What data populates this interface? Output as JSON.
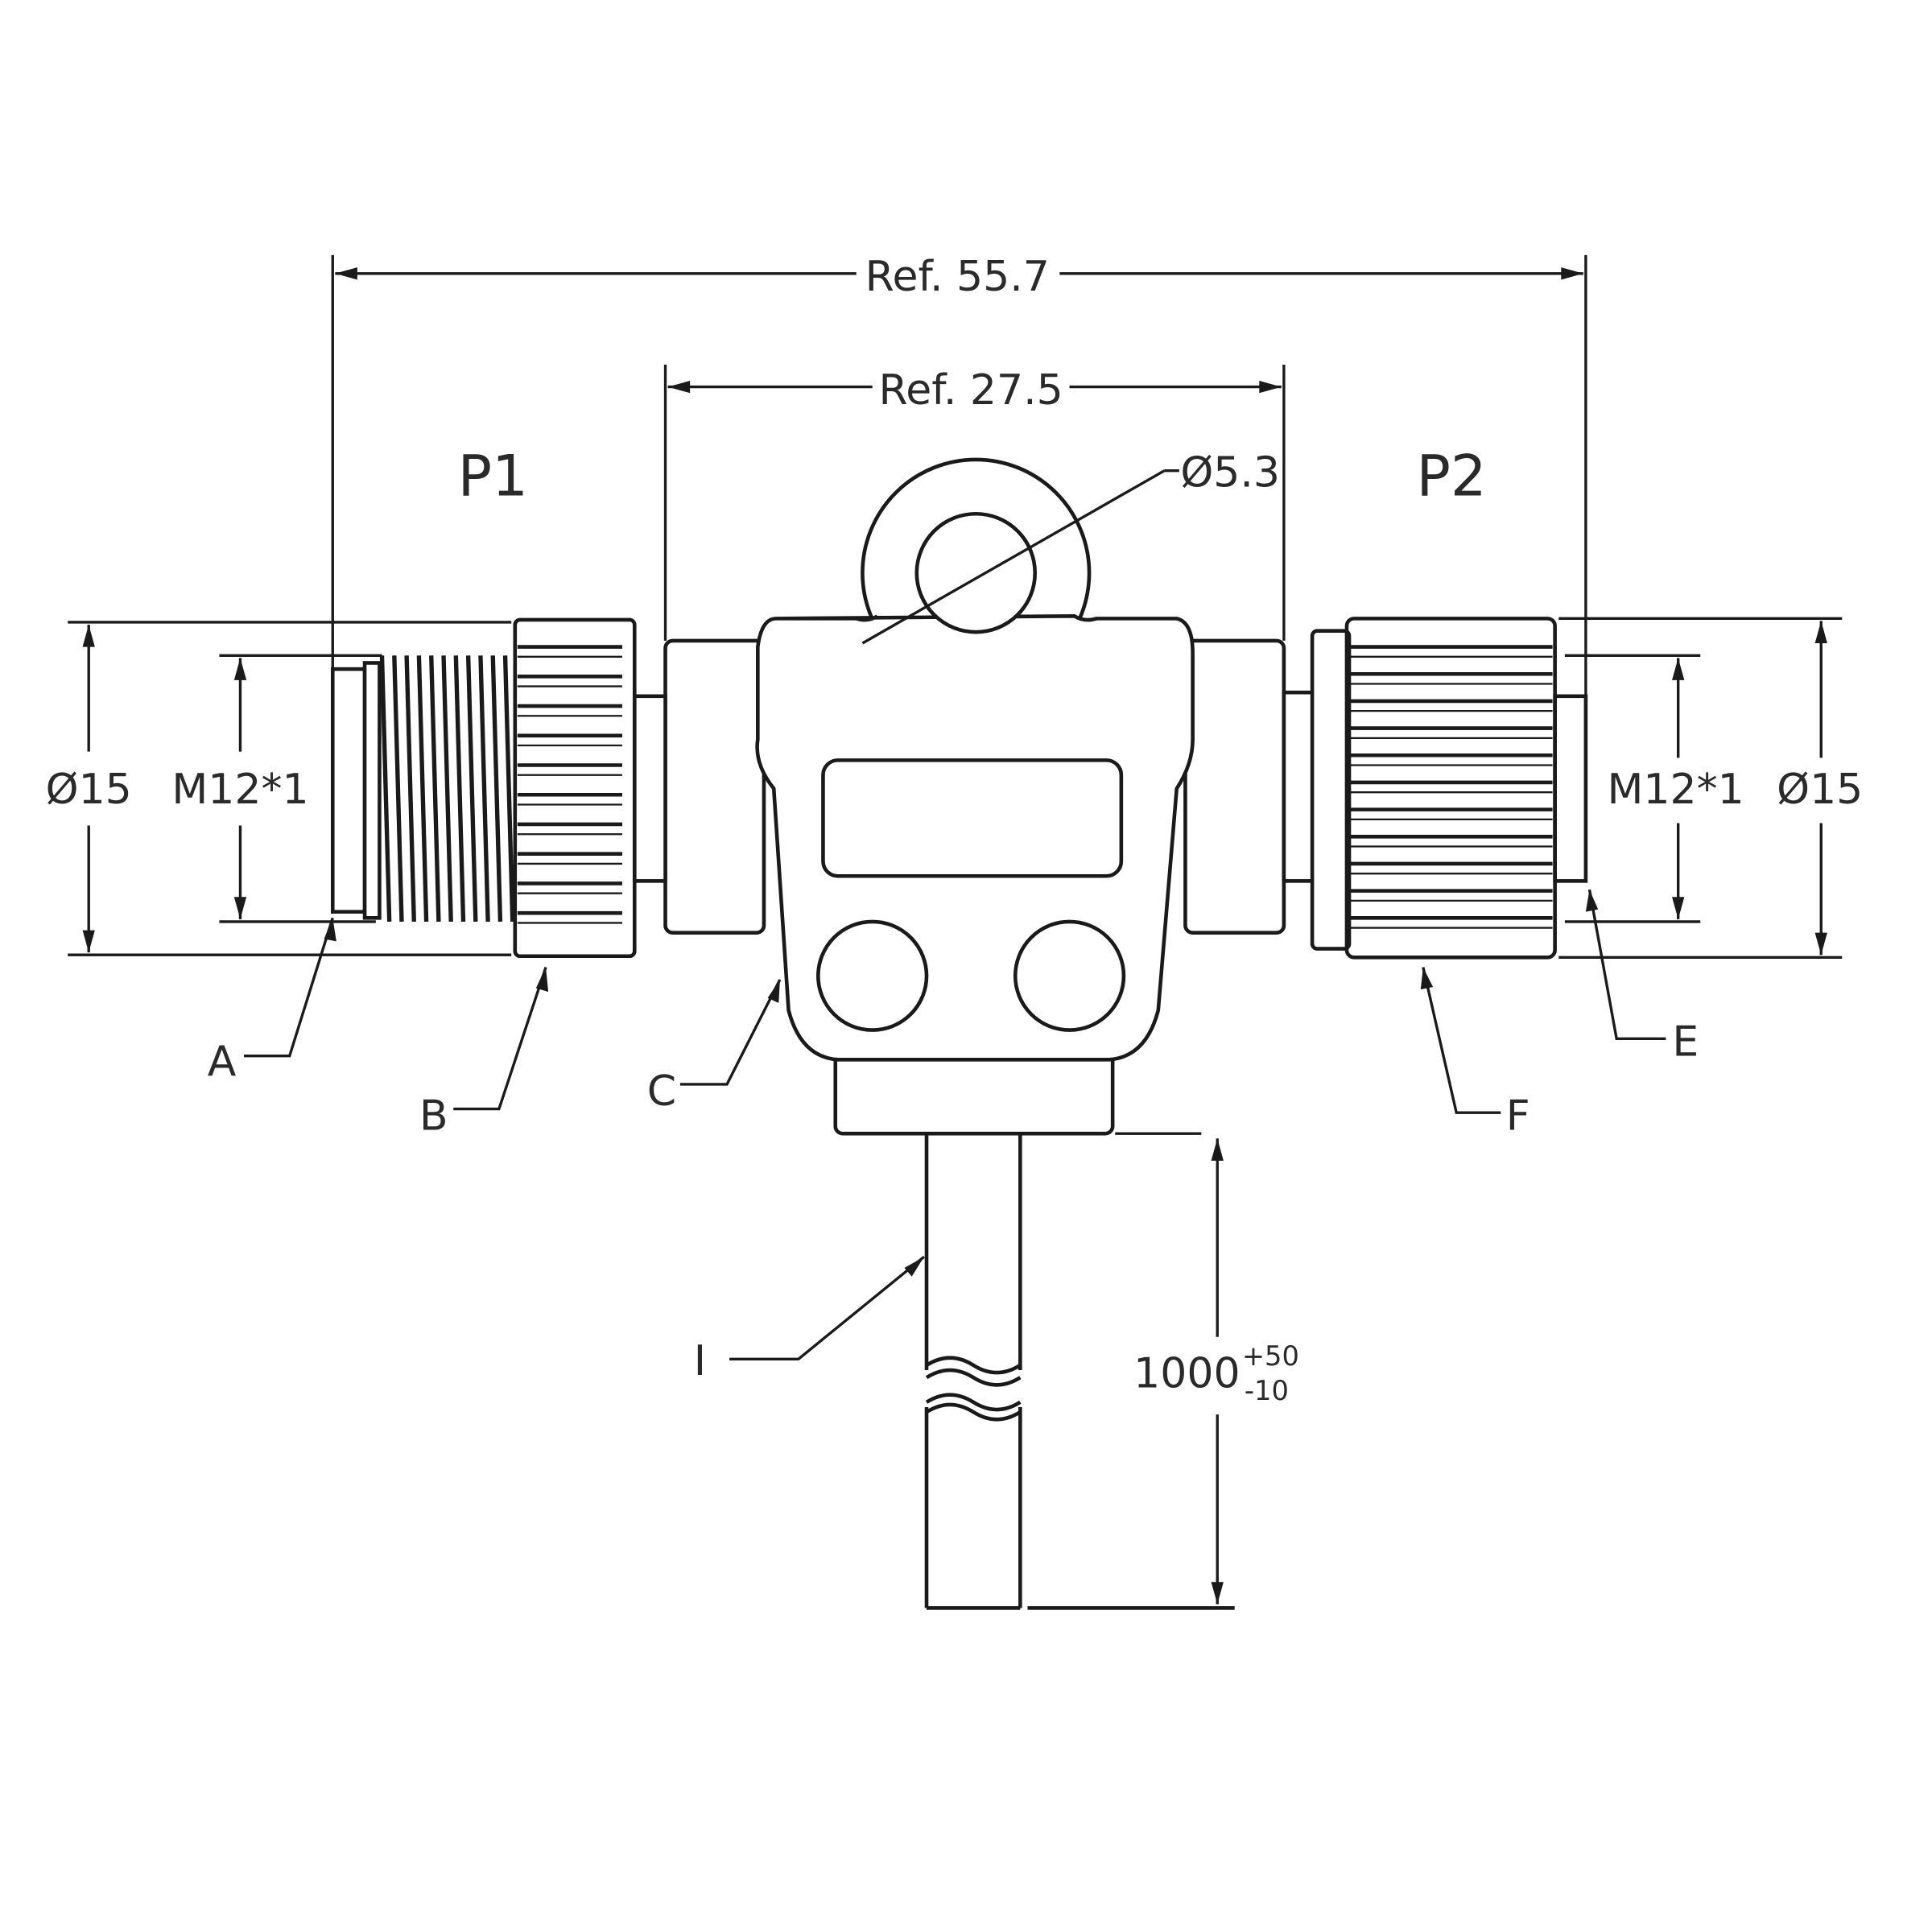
{
  "dimensions": {
    "overall_length": "Ref. 55.7",
    "body_length": "Ref. 27.5",
    "hole_diameter": "Ø5.3",
    "left_outer_diameter": "Ø15",
    "left_thread": "M12*1",
    "right_thread": "M12*1",
    "right_outer_diameter": "Ø15",
    "cable_length": "1000",
    "cable_tol_plus": "+50",
    "cable_tol_minus": "-10"
  },
  "ports": {
    "left": "P1",
    "right": "P2"
  },
  "callouts": {
    "a": "A",
    "b": "B",
    "c": "C",
    "e": "E",
    "f": "F",
    "i": "I"
  },
  "colors": {
    "line": "#1a1a1a",
    "background": "#ffffff"
  }
}
